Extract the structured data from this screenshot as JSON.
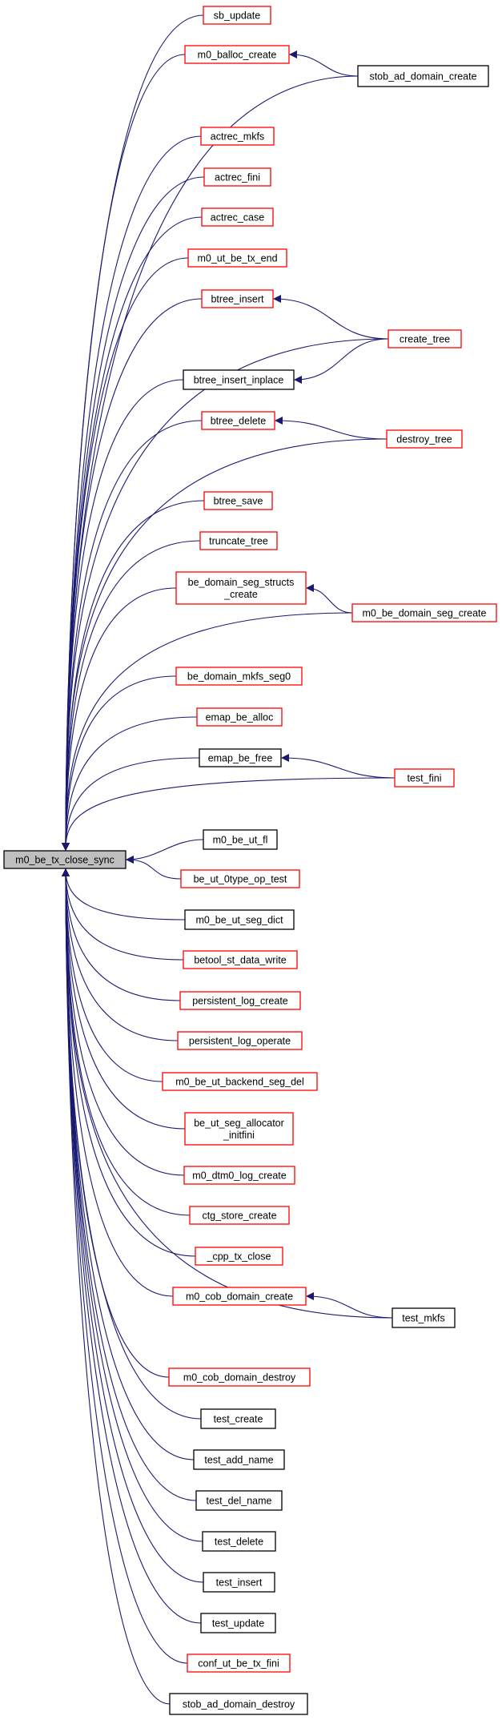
{
  "colors": {
    "edge": "#191970",
    "root_fill": "#bfbfbf",
    "root_border": "#000000",
    "red_border": "#ff0000",
    "black_border": "#000000"
  },
  "root": {
    "id": "root",
    "label": [
      "m0_be_tx_close_sync"
    ]
  },
  "callers": [
    {
      "id": "sb_update",
      "label": [
        "sb_update"
      ],
      "border": "red"
    },
    {
      "id": "m0_balloc_create",
      "label": [
        "m0_balloc_create"
      ],
      "border": "red"
    },
    {
      "id": "actrec_mkfs",
      "label": [
        "actrec_mkfs"
      ],
      "border": "red"
    },
    {
      "id": "actrec_fini",
      "label": [
        "actrec_fini"
      ],
      "border": "red"
    },
    {
      "id": "actrec_case",
      "label": [
        "actrec_case"
      ],
      "border": "red"
    },
    {
      "id": "m0_ut_be_tx_end",
      "label": [
        "m0_ut_be_tx_end"
      ],
      "border": "red"
    },
    {
      "id": "btree_insert",
      "label": [
        "btree_insert"
      ],
      "border": "red"
    },
    {
      "id": "btree_insert_inplace",
      "label": [
        "btree_insert_inplace"
      ],
      "border": "black"
    },
    {
      "id": "btree_delete",
      "label": [
        "btree_delete"
      ],
      "border": "red"
    },
    {
      "id": "btree_save",
      "label": [
        "btree_save"
      ],
      "border": "red"
    },
    {
      "id": "truncate_tree",
      "label": [
        "truncate_tree"
      ],
      "border": "red"
    },
    {
      "id": "be_domain_seg_structs_create",
      "label": [
        "be_domain_seg_structs",
        "_create"
      ],
      "border": "red"
    },
    {
      "id": "be_domain_mkfs_seg0",
      "label": [
        "be_domain_mkfs_seg0"
      ],
      "border": "red"
    },
    {
      "id": "emap_be_alloc",
      "label": [
        "emap_be_alloc"
      ],
      "border": "red"
    },
    {
      "id": "emap_be_free",
      "label": [
        "emap_be_free"
      ],
      "border": "black"
    },
    {
      "id": "m0_be_ut_fl",
      "label": [
        "m0_be_ut_fl"
      ],
      "border": "black"
    },
    {
      "id": "be_ut_0type_op_test",
      "label": [
        "be_ut_0type_op_test"
      ],
      "border": "red"
    },
    {
      "id": "m0_be_ut_seg_dict",
      "label": [
        "m0_be_ut_seg_dict"
      ],
      "border": "black"
    },
    {
      "id": "betool_st_data_write",
      "label": [
        "betool_st_data_write"
      ],
      "border": "red"
    },
    {
      "id": "persistent_log_create",
      "label": [
        "persistent_log_create"
      ],
      "border": "red"
    },
    {
      "id": "persistent_log_operate",
      "label": [
        "persistent_log_operate"
      ],
      "border": "red"
    },
    {
      "id": "m0_be_ut_backend_seg_del",
      "label": [
        "m0_be_ut_backend_seg_del"
      ],
      "border": "red"
    },
    {
      "id": "be_ut_seg_allocator_initfini",
      "label": [
        "be_ut_seg_allocator",
        "_initfini"
      ],
      "border": "red"
    },
    {
      "id": "m0_dtm0_log_create",
      "label": [
        "m0_dtm0_log_create"
      ],
      "border": "red"
    },
    {
      "id": "ctg_store_create",
      "label": [
        "ctg_store_create"
      ],
      "border": "red"
    },
    {
      "id": "_cpp_tx_close",
      "label": [
        "_cpp_tx_close"
      ],
      "border": "red"
    },
    {
      "id": "m0_cob_domain_create",
      "label": [
        "m0_cob_domain_create"
      ],
      "border": "red"
    },
    {
      "id": "m0_cob_domain_destroy",
      "label": [
        "m0_cob_domain_destroy"
      ],
      "border": "red"
    },
    {
      "id": "test_create",
      "label": [
        "test_create"
      ],
      "border": "black"
    },
    {
      "id": "test_add_name",
      "label": [
        "test_add_name"
      ],
      "border": "black"
    },
    {
      "id": "test_del_name",
      "label": [
        "test_del_name"
      ],
      "border": "black"
    },
    {
      "id": "test_delete",
      "label": [
        "test_delete"
      ],
      "border": "black"
    },
    {
      "id": "test_insert",
      "label": [
        "test_insert"
      ],
      "border": "black"
    },
    {
      "id": "test_update",
      "label": [
        "test_update"
      ],
      "border": "black"
    },
    {
      "id": "conf_ut_be_tx_fini",
      "label": [
        "conf_ut_be_tx_fini"
      ],
      "border": "red"
    },
    {
      "id": "stob_ad_domain_destroy",
      "label": [
        "stob_ad_domain_destroy"
      ],
      "border": "black"
    }
  ],
  "outer_callers": [
    {
      "id": "stob_ad_domain_create",
      "label": [
        "stob_ad_domain_create"
      ],
      "border": "black",
      "calls": [
        "m0_balloc_create",
        "root"
      ]
    },
    {
      "id": "create_tree",
      "label": [
        "create_tree"
      ],
      "border": "red",
      "calls": [
        "btree_insert",
        "btree_insert_inplace",
        "root"
      ]
    },
    {
      "id": "destroy_tree",
      "label": [
        "destroy_tree"
      ],
      "border": "red",
      "calls": [
        "btree_delete",
        "root"
      ]
    },
    {
      "id": "m0_be_domain_seg_create",
      "label": [
        "m0_be_domain_seg_create"
      ],
      "border": "red",
      "calls": [
        "be_domain_seg_structs_create",
        "root"
      ]
    },
    {
      "id": "test_fini",
      "label": [
        "test_fini"
      ],
      "border": "red",
      "calls": [
        "emap_be_free",
        "root"
      ]
    },
    {
      "id": "test_mkfs",
      "label": [
        "test_mkfs"
      ],
      "border": "black",
      "calls": [
        "m0_cob_domain_create",
        "root"
      ]
    }
  ]
}
